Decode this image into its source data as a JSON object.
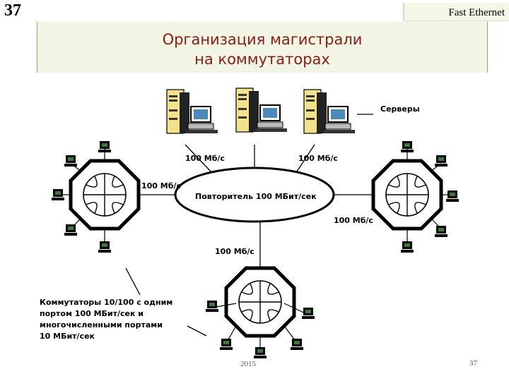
{
  "slide_number": "37",
  "topic": "Fast Ethernet",
  "title": {
    "line1": "Организация магистрали",
    "line2": "на коммутаторах"
  },
  "diagram": {
    "servers_label": "Серверы",
    "repeater_label": "Повторитель 100 МБит/сек",
    "links": {
      "server1": "100 Мб/с",
      "server3": "100 Мб/с",
      "left_switch": "100 Мб/с",
      "right_switch": "100 Мб/с",
      "bottom_switch": "100 Мб/с"
    },
    "switches_caption": [
      "Коммутаторы 10/100 с одним",
      "портом 100 МБит/сек и",
      "многочисленными портами",
      "10 МБит/сек"
    ]
  },
  "footer": {
    "year": "2015",
    "page": "37"
  },
  "colors": {
    "title": "#8b1c14",
    "title_bg": "#f3f5e4",
    "topic_bg": "#f4f7e6",
    "server_body": "#f2e28c"
  }
}
